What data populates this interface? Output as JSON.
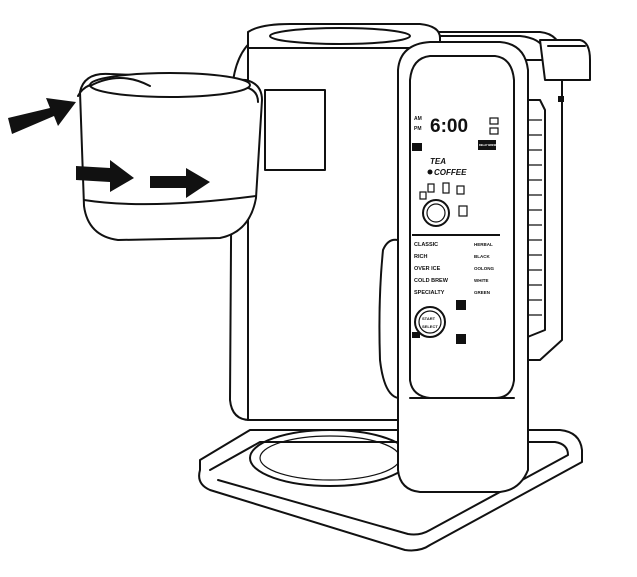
{
  "display": {
    "am": "AM",
    "pm": "PM",
    "time": "6:00",
    "delay_brew": "DELAY BREW"
  },
  "modes": {
    "tea": "TEA",
    "coffee": "COFFEE"
  },
  "styles": {
    "coffee": [
      "CLASSIC",
      "RICH",
      "OVER ICE",
      "COLD BREW",
      "SPECIALTY"
    ],
    "tea": [
      "HERBAL",
      "BLACK",
      "OOLONG",
      "WHITE",
      "GREEN"
    ]
  },
  "buttons": {
    "start_line1": "START",
    "start_line2": "SELECT"
  },
  "colors": {
    "outline": "#111111",
    "background": "#ffffff"
  },
  "arrows": {
    "count": 3,
    "meaning": "insert brew basket"
  }
}
